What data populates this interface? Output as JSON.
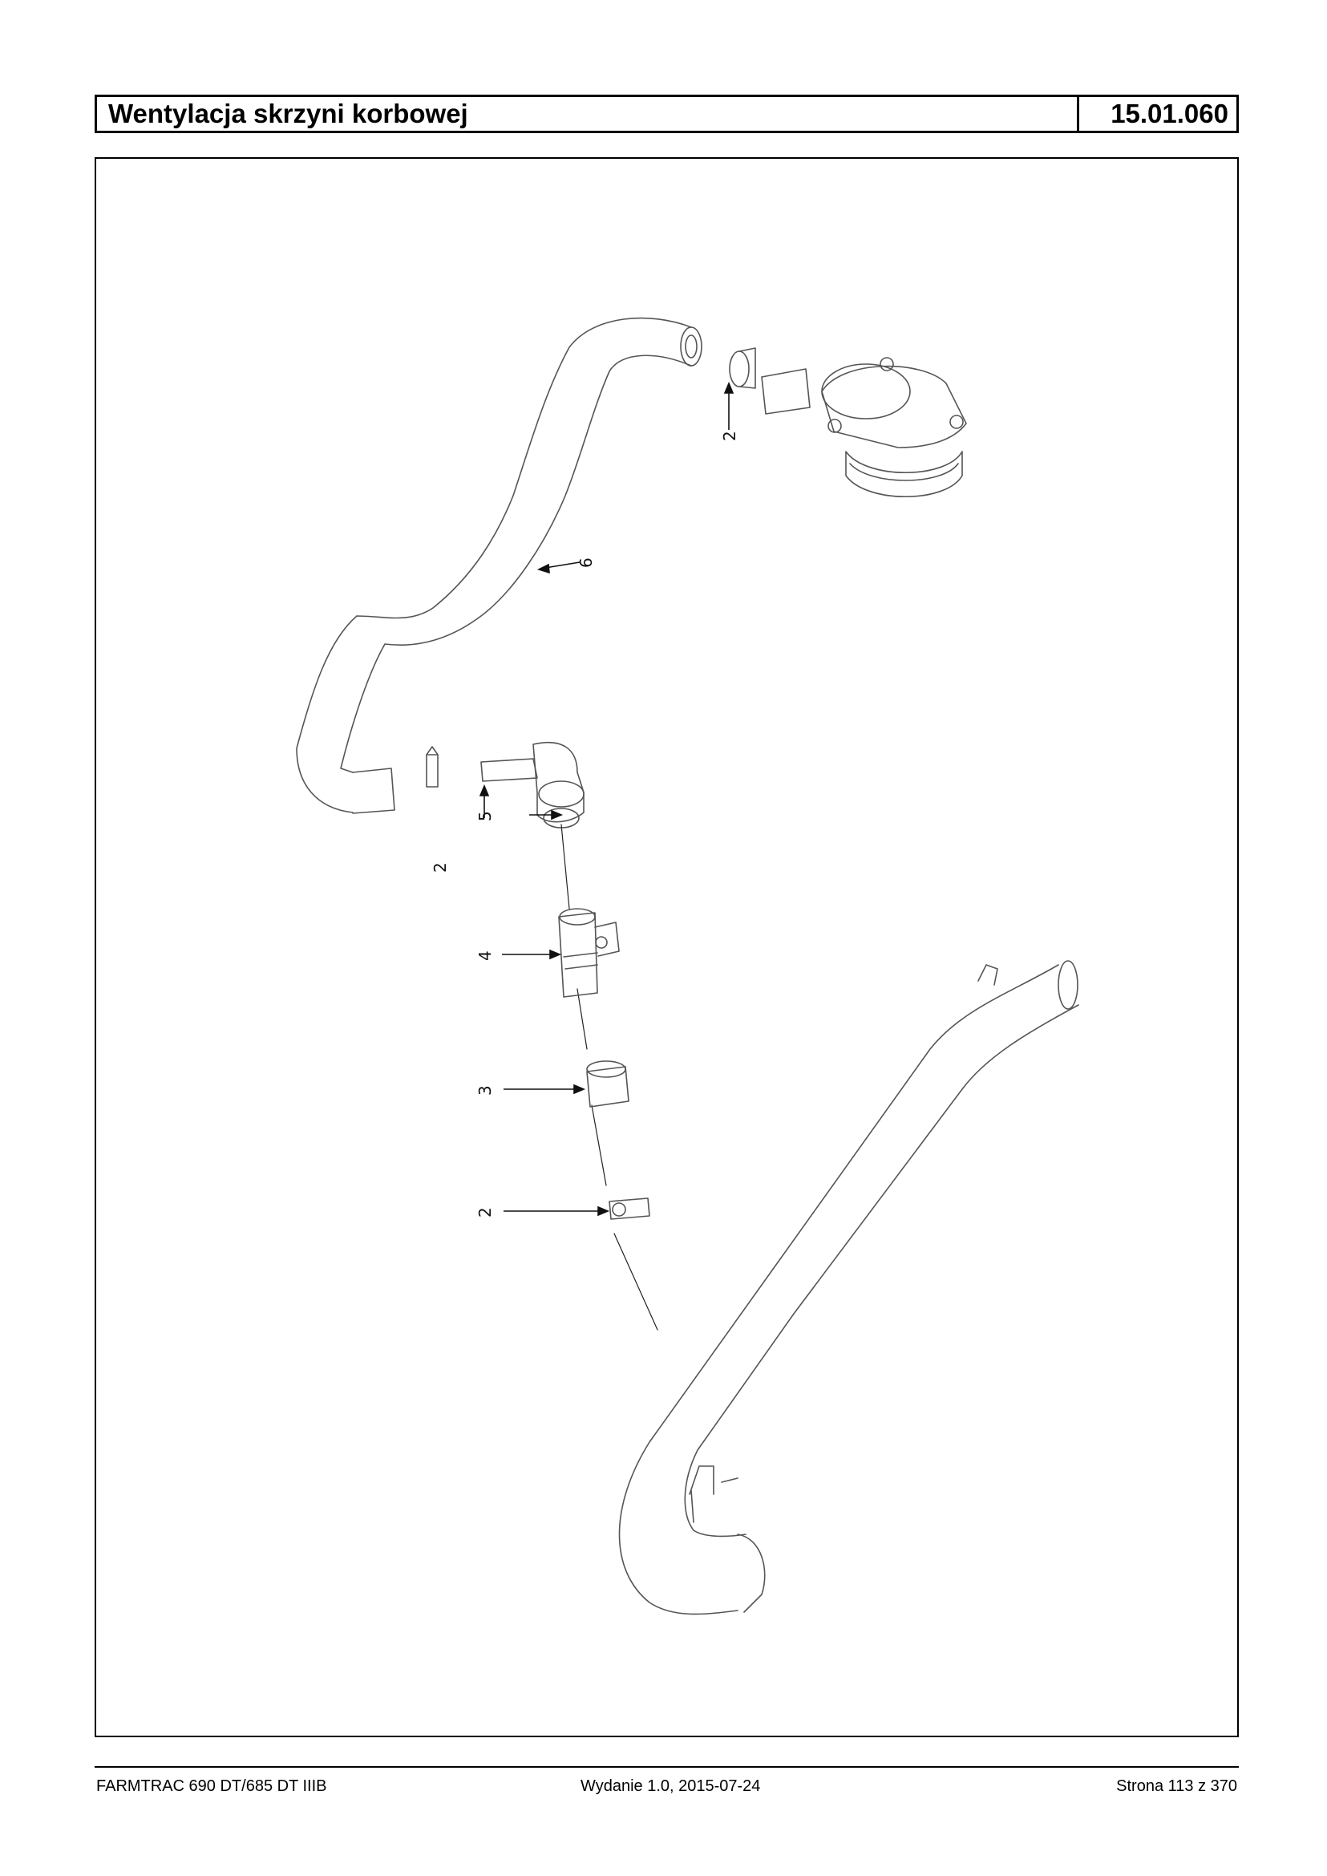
{
  "header": {
    "title": "Wentylacja skrzyni korbowej",
    "code": "15.01.060"
  },
  "drawing": {
    "callouts": [
      "2",
      "6",
      "5",
      "2",
      "4",
      "3",
      "2"
    ]
  },
  "footer": {
    "model": "FARMTRAC 690 DT/685 DT IIIB",
    "edition": "Wydanie 1.0,  2015-07-24",
    "page": "Strona 113 z 370"
  }
}
